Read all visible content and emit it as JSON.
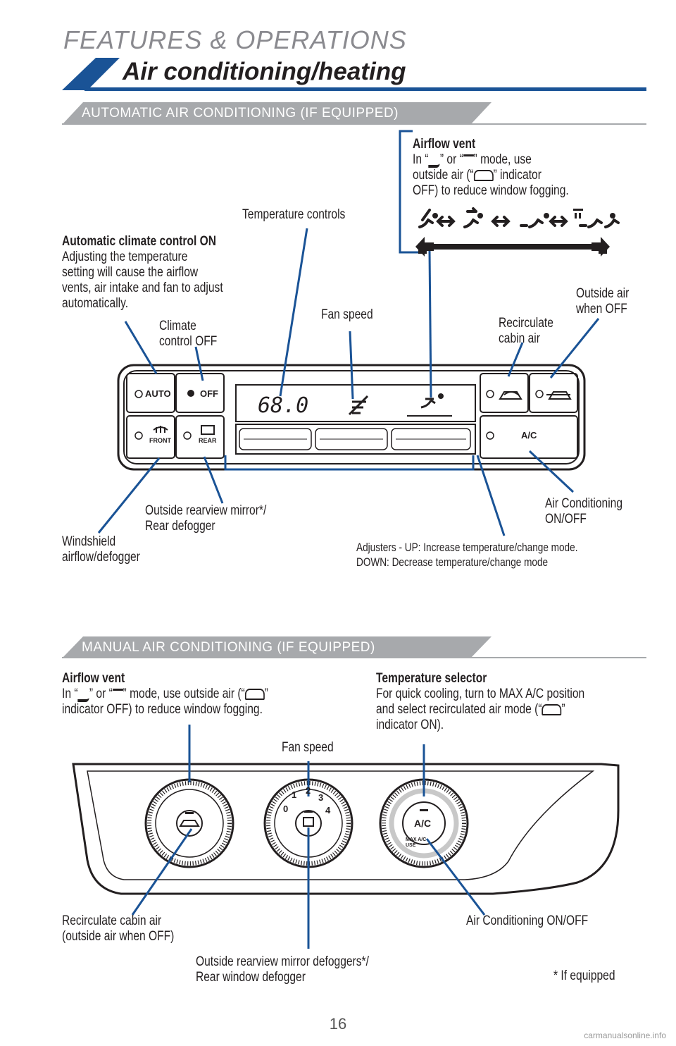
{
  "header": {
    "category": "FEATURES & OPERATIONS",
    "title": "Air conditioning/heating"
  },
  "auto_section": {
    "heading": "AUTOMATIC AIR CONDITIONING (IF EQUIPPED)",
    "airflow_vent": {
      "title": "Airflow vent",
      "line1_a": "In “",
      "line1_b": "” or “",
      "line1_c": "” mode, use",
      "line2_a": "outside air (“",
      "line2_b": "” indicator",
      "line3": "OFF) to reduce window fogging."
    },
    "temperature_controls": "Temperature controls",
    "automatic_on": {
      "title": "Automatic climate control ON",
      "lines": [
        "Adjusting the temperature",
        "setting will cause the airflow",
        "vents, air intake and fan to adjust",
        "automatically."
      ]
    },
    "climate_off": [
      "Climate",
      "control OFF"
    ],
    "fan_speed": "Fan speed",
    "recirculate": [
      "Recirculate",
      "cabin air"
    ],
    "outside_air": [
      "Outside air",
      "when OFF"
    ],
    "mirror_defogger": [
      "Outside rearview mirror*/",
      "Rear defogger"
    ],
    "windshield": [
      "Windshield",
      "airflow/defogger"
    ],
    "ac_onoff": [
      "Air Conditioning",
      "ON/OFF"
    ],
    "adjusters": [
      "Adjusters - UP: Increase temperature/change mode.",
      "DOWN: Decrease temperature/change mode"
    ],
    "panel": {
      "auto_button": "AUTO",
      "off_button": "OFF",
      "front_button": "FRONT",
      "rear_button": "REAR",
      "ac_button": "A/C",
      "display_temp": "68.0"
    }
  },
  "manual_section": {
    "heading": "MANUAL AIR CONDITIONING (IF EQUIPPED)",
    "airflow_vent": {
      "title": "Airflow vent",
      "line1_a": "In “",
      "line1_b": "” or “",
      "line1_c": "” mode, use outside air (“",
      "line1_d": "”",
      "line2": "indicator OFF) to reduce window fogging."
    },
    "temperature_selector": {
      "title": "Temperature selector",
      "line1": "For quick cooling, turn to MAX A/C position",
      "line2_a": "and select recirculated air mode (“",
      "line2_b": "”",
      "line3": "indicator ON)."
    },
    "fan_speed": "Fan speed",
    "recirculate": [
      "Recirculate cabin air",
      "(outside air when OFF)"
    ],
    "ac_onoff": "Air Conditioning ON/OFF",
    "mirror_defoggers": [
      "Outside rearview mirror defoggers*/",
      "Rear window defogger"
    ],
    "footnote": "* If equipped",
    "knobs": {
      "fan_numbers": [
        "0",
        "1",
        "2",
        "3",
        "4"
      ],
      "ac_label": "A/C",
      "max_ac": [
        "MAX A/C",
        "USE"
      ]
    }
  },
  "page_number": "16",
  "watermark": "carmanualsonline.info",
  "colors": {
    "accent_blue": "#1a5396",
    "section_gray": "#a7a9ac",
    "text": "#231f20"
  }
}
